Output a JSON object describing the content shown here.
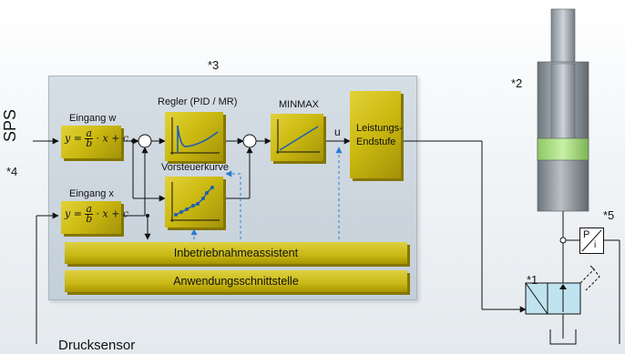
{
  "labels": {
    "sps": "SPS",
    "ref2": "*2",
    "ref3": "*3",
    "ref4": "*4",
    "ref5": "*5",
    "ref1": "*1",
    "drucksensor": "Drucksensor",
    "eingang_w": "Eingang w",
    "eingang_x": "Eingang x",
    "regler": "Regler (PID / MR)",
    "minmax": "MINMAX",
    "vorsteuerkurve": "Vorsteuerkurve",
    "u": "u",
    "leistung_line1": "Leistungs-",
    "leistung_line2": "Endstufe",
    "inbetrieb": "Inbetriebnahmeassistent",
    "anwendung": "Anwendungsschnittstelle",
    "sensor_p": "P",
    "sensor_i": "i"
  },
  "formula": {
    "lhs": "y =",
    "num": "a",
    "den": "b",
    "rhs": "· x + c"
  },
  "colors": {
    "block": "#cdbb12",
    "panel": "#c8d4de",
    "cylinder": "#a9e081",
    "feedback": "#2a7bd6"
  }
}
